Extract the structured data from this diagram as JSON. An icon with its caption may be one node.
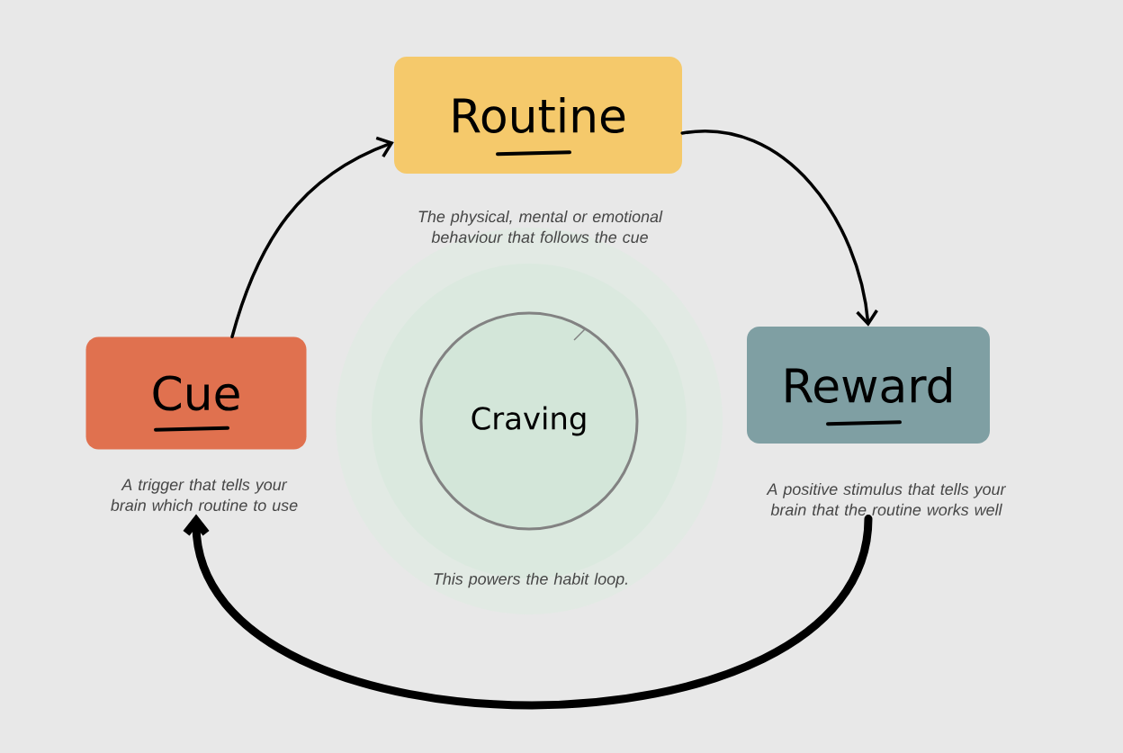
{
  "diagram": {
    "nodes": [
      {
        "text": [
          "Routine"
        ],
        "beside": [
          "The physical, mental or emotional behaviour that follows the cue"
        ]
      },
      {
        "text": [
          "Reward"
        ],
        "beside": [
          "A positive stimulus that tells your brain that the routine works well"
        ]
      },
      {
        "text": [
          "Cue"
        ],
        "beside": [
          "A trigger that tells your brain which routine to use"
        ]
      },
      {
        "text": [
          "Craving"
        ],
        "beside": [
          "This powers the habit loop."
        ]
      }
    ],
    "edges": [
      {
        "from": 2,
        "to": 0,
        "arrow": "to"
      },
      {
        "from": 0,
        "to": 1,
        "arrow": "to"
      },
      {
        "from": 1,
        "to": 2,
        "arrow": "to",
        "style": "thick"
      }
    ]
  }
}
